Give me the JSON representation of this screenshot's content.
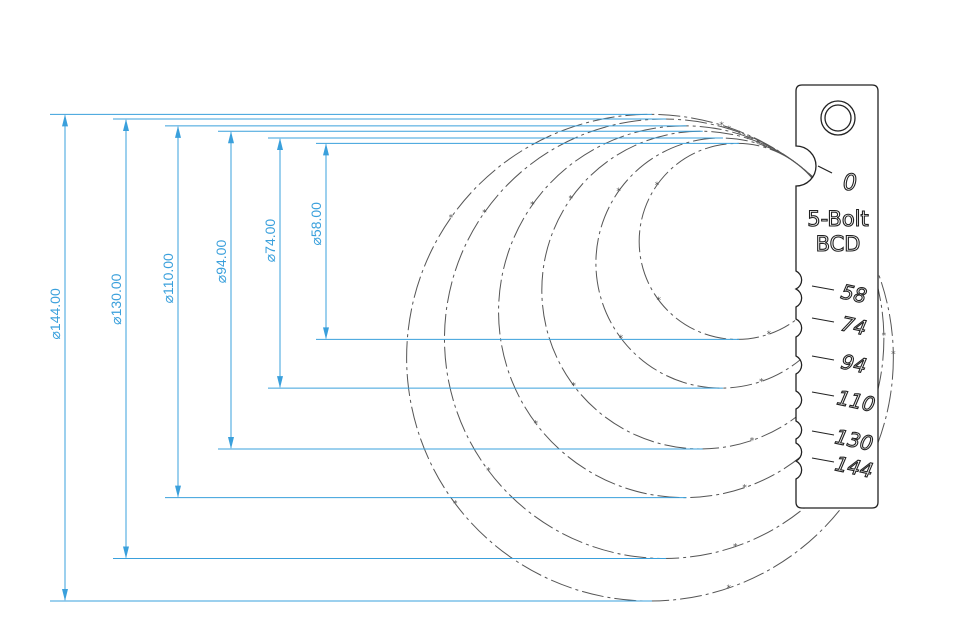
{
  "colors": {
    "dimension": "#3aa0dc",
    "circle": "#555555",
    "outline": "#222222",
    "background": "#ffffff"
  },
  "dimensions": [
    {
      "label": "⌀144.00",
      "diameter": 144
    },
    {
      "label": "⌀130.00",
      "diameter": 130
    },
    {
      "label": "⌀110.00",
      "diameter": 110
    },
    {
      "label": "⌀94.00",
      "diameter": 94
    },
    {
      "label": "⌀74.00",
      "diameter": 74
    },
    {
      "label": "⌀58.00",
      "diameter": 58
    }
  ],
  "gauge": {
    "title_line1": "5-Bolt",
    "title_line2": "BCD",
    "zero_label": "0",
    "size_labels": [
      "58",
      "74",
      "94",
      "110",
      "130",
      "144"
    ]
  }
}
